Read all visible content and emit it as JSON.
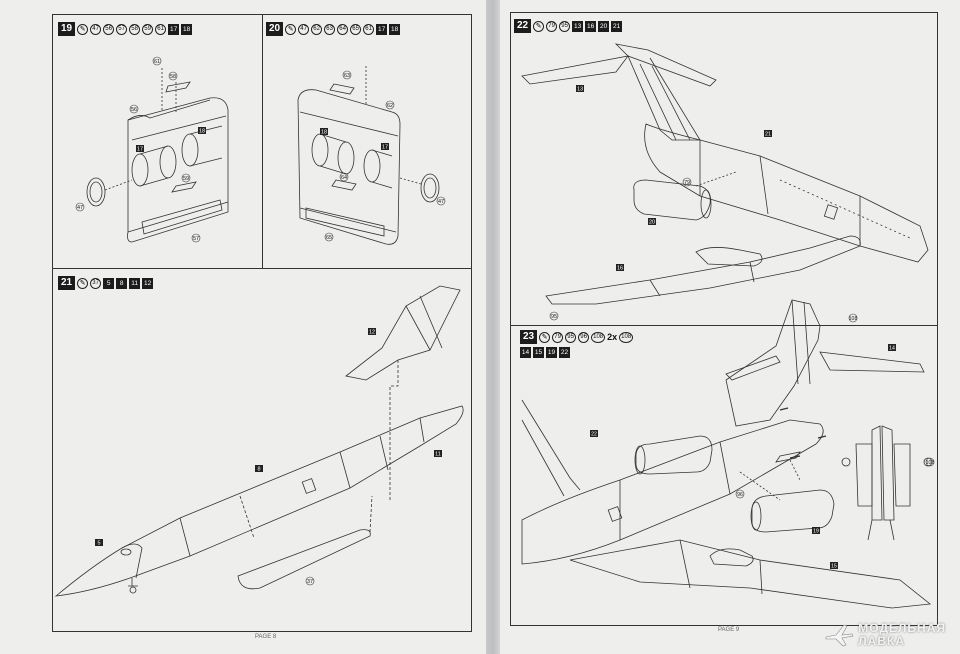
{
  "steps": {
    "s19": {
      "num": "19",
      "parts": [
        "47",
        "56",
        "57",
        "58",
        "59",
        "61"
      ],
      "decals": [
        "17",
        "18"
      ]
    },
    "s20": {
      "num": "20",
      "parts": [
        "47",
        "62",
        "63",
        "64",
        "65",
        "61"
      ],
      "decals": [
        "17",
        "18"
      ]
    },
    "s21": {
      "num": "21",
      "parts": [
        "37"
      ],
      "decals": [
        "5",
        "8",
        "11",
        "12"
      ]
    },
    "s22": {
      "num": "22",
      "parts": [
        "79",
        "95"
      ],
      "decals": [
        "13",
        "16",
        "20",
        "21"
      ]
    },
    "s23": {
      "num": "23",
      "parts": [
        "79",
        "95",
        "96",
        "108"
      ],
      "qty": "2x",
      "qtypart": "108",
      "decals": [
        "14",
        "15",
        "19",
        "22"
      ]
    }
  },
  "callouts": {
    "c19": {
      "p61": "61",
      "p58": "58",
      "p56": "56",
      "d18": "18",
      "d17": "17",
      "p59": "59",
      "p47": "47",
      "p57": "57"
    },
    "c20": {
      "p63": "63",
      "p62": "62",
      "d18": "18",
      "d17": "17",
      "p64": "64",
      "p47": "47",
      "p65": "65"
    },
    "c21": {
      "d12": "12",
      "d8": "8",
      "d11": "11",
      "d5": "5",
      "p37": "37"
    },
    "c22": {
      "d13": "13",
      "d21": "21",
      "p79": "79",
      "d20": "20",
      "d16": "16",
      "p95": "95"
    },
    "c23": {
      "p108a": "108",
      "d14": "14",
      "d22": "22",
      "p96": "96",
      "d19": "19",
      "d15": "15",
      "p108b": "108"
    }
  },
  "page_left": "PAGE 8",
  "page_right": "PAGE 9",
  "watermark": {
    "line1": "МОДЕЛЬНАЯ",
    "line2": "ЛАВКА"
  },
  "colors": {
    "paper": "#eeeeec",
    "ink": "#1c1c1c",
    "background": "#d9dadc"
  }
}
